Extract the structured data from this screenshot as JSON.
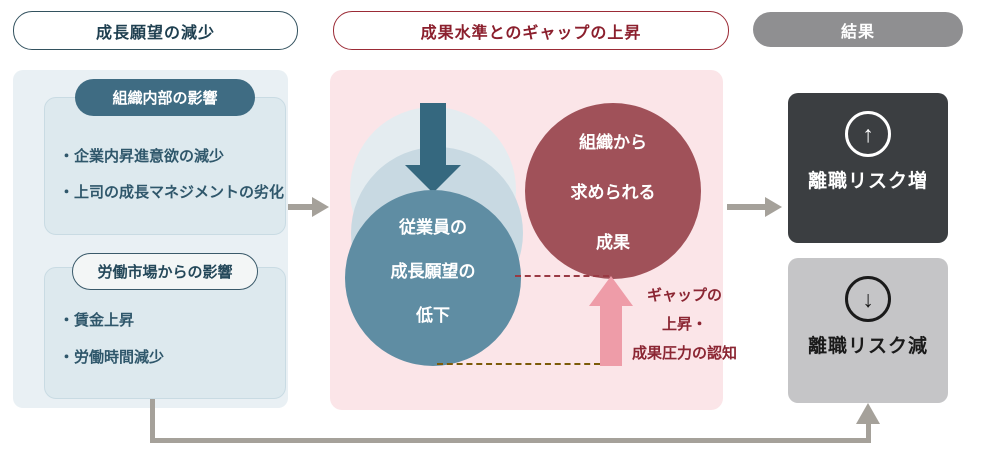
{
  "headers": {
    "left": "成長願望の減少",
    "middle": "成果水準とのギャップの上昇",
    "right": "結果"
  },
  "left_panel": {
    "internal": {
      "title": "組織内部の影響",
      "items": [
        "・企業内昇進意欲の減少",
        "・上司の成長マネジメントの劣化"
      ]
    },
    "market": {
      "title": "労働市場からの影響",
      "items": [
        "・賃金上昇",
        "・労働時間減少"
      ]
    }
  },
  "middle_panel": {
    "blue_circle": {
      "lines": [
        "従業員の",
        "成長願望の",
        "低下"
      ]
    },
    "red_circle": {
      "lines": [
        "組織から",
        "求められる",
        "成果"
      ]
    },
    "gap_note": {
      "lines": [
        "ギャップの",
        "上昇・",
        "成果圧力の認知"
      ]
    }
  },
  "results": {
    "increase": {
      "label": "離職リスク増"
    },
    "decrease": {
      "label": "離職リスク減"
    }
  },
  "icons": {
    "up_arrow": "↑",
    "down_arrow": "↓"
  },
  "colors": {
    "teal_pill": "#3f6c83",
    "teal_arrow": "#35687f",
    "blue_circle": "#5f8da3",
    "circle_layer_light": "#e4ecf0",
    "circle_layer_mid": "#c8d9e2",
    "left_panel_bg": "#e9f0f4",
    "inner_box_bg": "#dde9ee",
    "pink_panel_bg": "#fbe5e8",
    "red_circle": "#a05159",
    "red_accent": "#8b2633",
    "pink_arrow": "#ee9ca8",
    "dashed_red": "#993a44",
    "dashed_brown": "#7c5a07",
    "dark_result_box": "#3b3e41",
    "light_result_box": "#c5c5c7",
    "gray_pill": "#8f8f91",
    "connector_gray": "#a5a19a"
  }
}
